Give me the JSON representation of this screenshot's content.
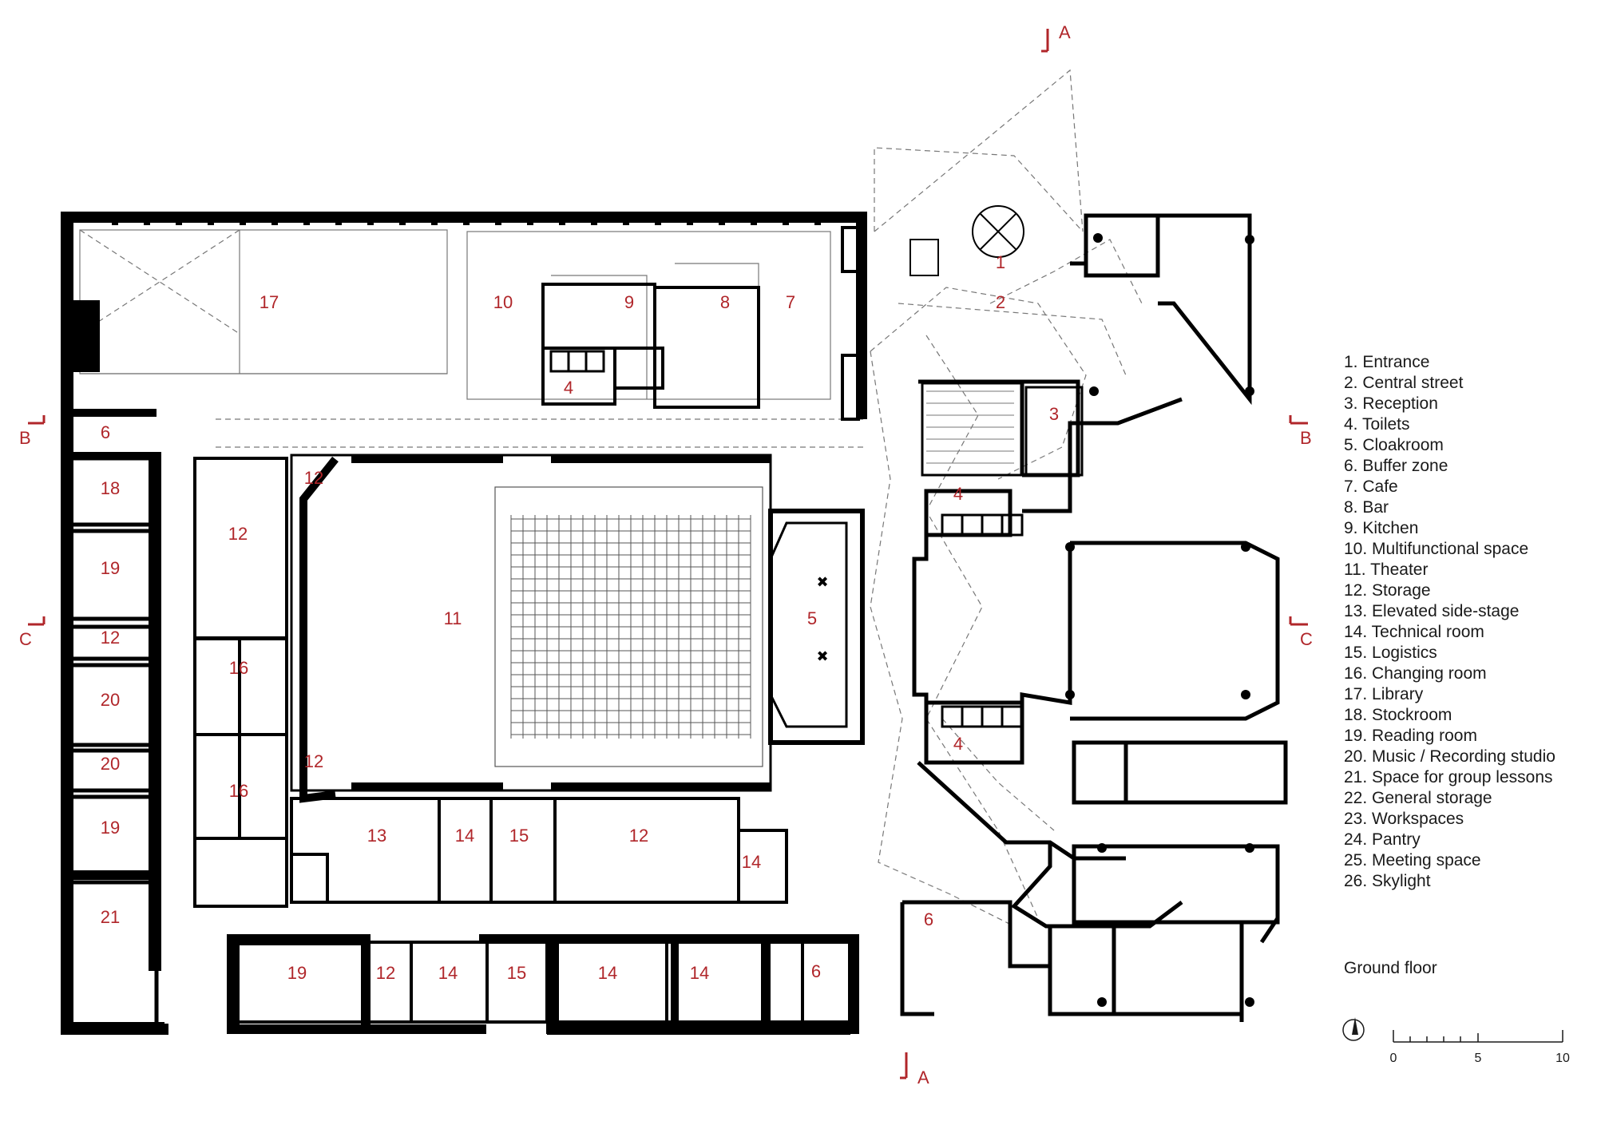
{
  "room_labels": {
    "r17": "17",
    "r10": "10",
    "r9": "9",
    "r8": "8",
    "r7": "7",
    "r1": "1",
    "r2": "2",
    "r3": "3",
    "r4a": "4",
    "r4b": "4",
    "r4c": "4",
    "r6a": "6",
    "r6b": "6",
    "r6c": "6",
    "r18": "18",
    "r19a": "19",
    "r19b": "19",
    "r19c": "19",
    "r12a": "12",
    "r12b": "12",
    "r12c": "12",
    "r12d": "12",
    "r12e": "12",
    "r12f": "12",
    "r20a": "20",
    "r20b": "20",
    "r21": "21",
    "r16a": "16",
    "r16b": "16",
    "r11": "11",
    "r5": "5",
    "r13": "13",
    "r14a": "14",
    "r14b": "14",
    "r14c": "14",
    "r14d": "14",
    "r14e": "14",
    "r15a": "15",
    "r15b": "15"
  },
  "section_markers": {
    "a_top": "A",
    "a_bottom": "A",
    "b_left": "B",
    "b_right": "B",
    "c_left": "C",
    "c_right": "C"
  },
  "legend": [
    "1. Entrance",
    "2. Central street",
    "3. Reception",
    "4. Toilets",
    "5. Cloakroom",
    "6. Buffer zone",
    "7. Cafe",
    "8. Bar",
    "9. Kitchen",
    "10. Multifunctional space",
    "11. Theater",
    "12. Storage",
    "13. Elevated side-stage",
    "14. Technical room",
    "15. Logistics",
    "16. Changing room",
    "17. Library",
    "18. Stockroom",
    "19. Reading room",
    "20. Music / Recording studio",
    "21. Space for group lessons",
    "22. General storage",
    "23. Workspaces",
    "24. Pantry",
    "25. Meeting space",
    "26. Skylight"
  ],
  "floor_title": "Ground floor",
  "scale_labels": [
    "0",
    "5",
    "10"
  ],
  "colors": {
    "labels": "#b0262a",
    "walls": "#000000",
    "ink": "#1a1a1a"
  }
}
